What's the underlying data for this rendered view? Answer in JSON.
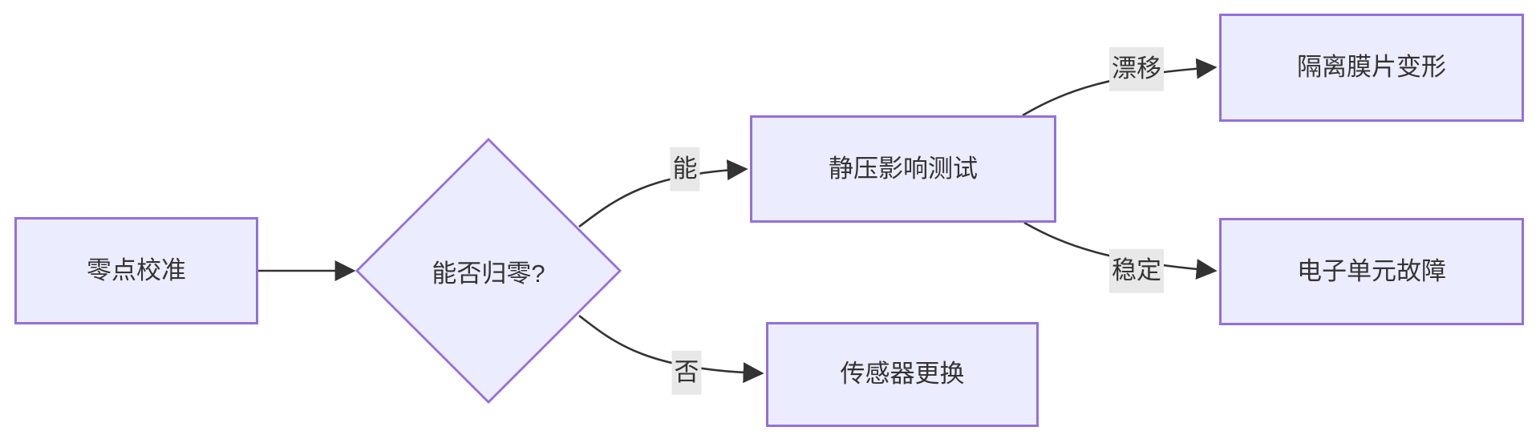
{
  "diagram": {
    "type": "flowchart-LR",
    "colors": {
      "node_fill": "#ECECFF",
      "node_border": "#9370DB",
      "edge_stroke": "#333333",
      "edge_label_bg": "#e8e8e8",
      "text": "#333333",
      "background": "#ffffff"
    },
    "nodes": [
      {
        "id": "zero_calibration",
        "shape": "rect",
        "label": "零点校准"
      },
      {
        "id": "can_return_zero",
        "shape": "diamond",
        "label": "能否归零?"
      },
      {
        "id": "static_pressure_test",
        "shape": "rect",
        "label": "静压影响测试"
      },
      {
        "id": "sensor_replacement",
        "shape": "rect",
        "label": "传感器更换"
      },
      {
        "id": "diaphragm_deformation",
        "shape": "rect",
        "label": "隔离膜片变形"
      },
      {
        "id": "electronic_unit_failure",
        "shape": "rect",
        "label": "电子单元故障"
      }
    ],
    "edges": [
      {
        "from": "zero_calibration",
        "to": "can_return_zero",
        "label": ""
      },
      {
        "from": "can_return_zero",
        "to": "static_pressure_test",
        "label": "能"
      },
      {
        "from": "can_return_zero",
        "to": "sensor_replacement",
        "label": "否"
      },
      {
        "from": "static_pressure_test",
        "to": "diaphragm_deformation",
        "label": "漂移"
      },
      {
        "from": "static_pressure_test",
        "to": "electronic_unit_failure",
        "label": "稳定"
      }
    ]
  }
}
